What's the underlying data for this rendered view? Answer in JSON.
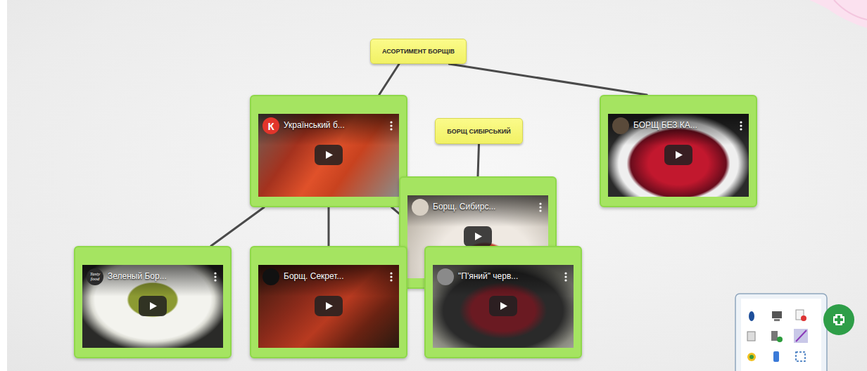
{
  "diagram": {
    "nodes": [
      {
        "text": [
          "АСОРТИМЕНТ БОРЩІВ"
        ]
      },
      {
        "text": [
          "Український б..."
        ]
      },
      {
        "text": [
          "БОРЩ СИБІРСЬКИЙ"
        ]
      },
      {
        "text": [
          "Борщ. Сибирс..."
        ]
      },
      {
        "text": [
          "БОРЩ БЕЗ КА..."
        ]
      },
      {
        "text": [
          "Зеленый Бор..."
        ]
      },
      {
        "text": [
          "Борщ. Секрет..."
        ]
      },
      {
        "text": [
          "\"П'яний\" черв..."
        ]
      }
    ],
    "edges": [
      {
        "from": 0,
        "to": 1,
        "arrow": "none"
      },
      {
        "from": 0,
        "to": 4,
        "arrow": "none"
      },
      {
        "from": 1,
        "to": 5,
        "arrow": "none"
      },
      {
        "from": 1,
        "to": 6,
        "arrow": "none"
      },
      {
        "from": 1,
        "to": 3,
        "arrow": "none"
      },
      {
        "from": 2,
        "to": 3,
        "arrow": "none"
      }
    ],
    "labels": [
      "К",
      "Tasty food"
    ]
  }
}
